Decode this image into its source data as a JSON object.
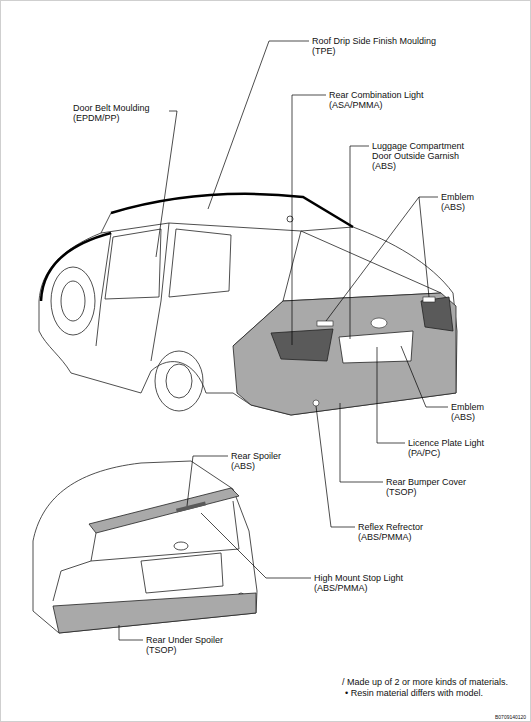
{
  "diagram": {
    "labels": [
      "Roof Drip Side Finish Moulding (TPE)",
      "Door Belt Moulding (EPDM/PP)",
      "Rear Combination Light (ASA/PMMA)",
      "Luggage Compartment Door Outside Garnish (ABS)",
      "Emblem (ABS)",
      "Emblem (ABS)",
      "Licence Plate Light (PA/PC)",
      "Rear Bumper Cover (TSOP)",
      "Reflex Refrector (ABS/PMMA)",
      "Rear Spoiler (ABS)",
      "High Mount Stop Light (ABS/PMMA)",
      "Rear Under Spoiler (TSOP)",
      "/ Made up of 2 or more kinds of materials.",
      "• Resin material differs with model.",
      "B0709140120"
    ]
  }
}
